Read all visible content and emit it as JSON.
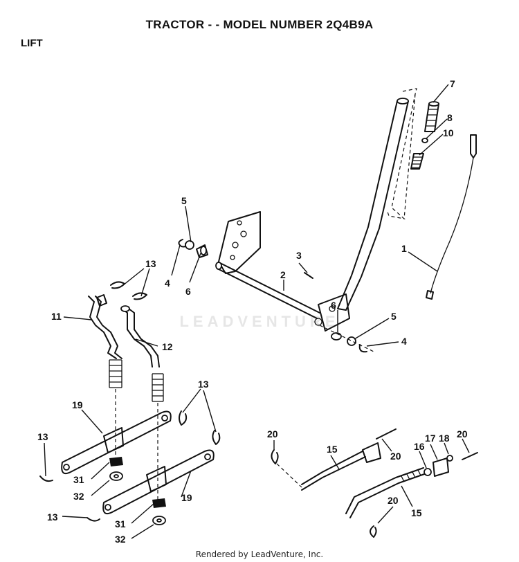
{
  "title": "TRACTOR - - MODEL NUMBER 2Q4B9A",
  "subtitle": "LIFT",
  "watermark": "LEADVENTURE",
  "footer": "Rendered by LeadVenture, Inc.",
  "callouts": [
    {
      "id": "c7",
      "text": "7"
    },
    {
      "id": "c8",
      "text": "8"
    },
    {
      "id": "c10",
      "text": "10"
    },
    {
      "id": "c1",
      "text": "1"
    },
    {
      "id": "c5a",
      "text": "5"
    },
    {
      "id": "c4a",
      "text": "4"
    },
    {
      "id": "c6a",
      "text": "6"
    },
    {
      "id": "c3",
      "text": "3"
    },
    {
      "id": "c2",
      "text": "2"
    },
    {
      "id": "c6b",
      "text": "6"
    },
    {
      "id": "c5b",
      "text": "5"
    },
    {
      "id": "c4b",
      "text": "4"
    },
    {
      "id": "c13a",
      "text": "13"
    },
    {
      "id": "c11",
      "text": "11"
    },
    {
      "id": "c12",
      "text": "12"
    },
    {
      "id": "c13b",
      "text": "13"
    },
    {
      "id": "c19a",
      "text": "19"
    },
    {
      "id": "c13c",
      "text": "13"
    },
    {
      "id": "c31a",
      "text": "31"
    },
    {
      "id": "c32a",
      "text": "32"
    },
    {
      "id": "c19b",
      "text": "19"
    },
    {
      "id": "c13d",
      "text": "13"
    },
    {
      "id": "c31b",
      "text": "31"
    },
    {
      "id": "c32b",
      "text": "32"
    },
    {
      "id": "c20a",
      "text": "20"
    },
    {
      "id": "c15a",
      "text": "15"
    },
    {
      "id": "c20b",
      "text": "20"
    },
    {
      "id": "c16",
      "text": "16"
    },
    {
      "id": "c17",
      "text": "17"
    },
    {
      "id": "c18",
      "text": "18"
    },
    {
      "id": "c20c",
      "text": "20"
    },
    {
      "id": "c20d",
      "text": "20"
    },
    {
      "id": "c15b",
      "text": "15"
    }
  ]
}
